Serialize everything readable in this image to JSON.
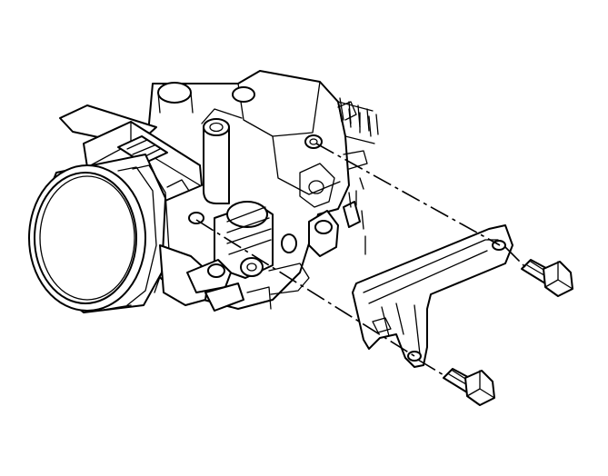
{
  "diagram": {
    "parts": [
      "throttle-body",
      "throttle-bore",
      "throttle-position-sensor",
      "idle-air-control-valve",
      "coolant-pipe",
      "throttle-cable-bracket",
      "upper-bolt",
      "lower-bolt"
    ],
    "leader_lines": 3,
    "line_color": "#000000",
    "background_color": "#ffffff"
  }
}
